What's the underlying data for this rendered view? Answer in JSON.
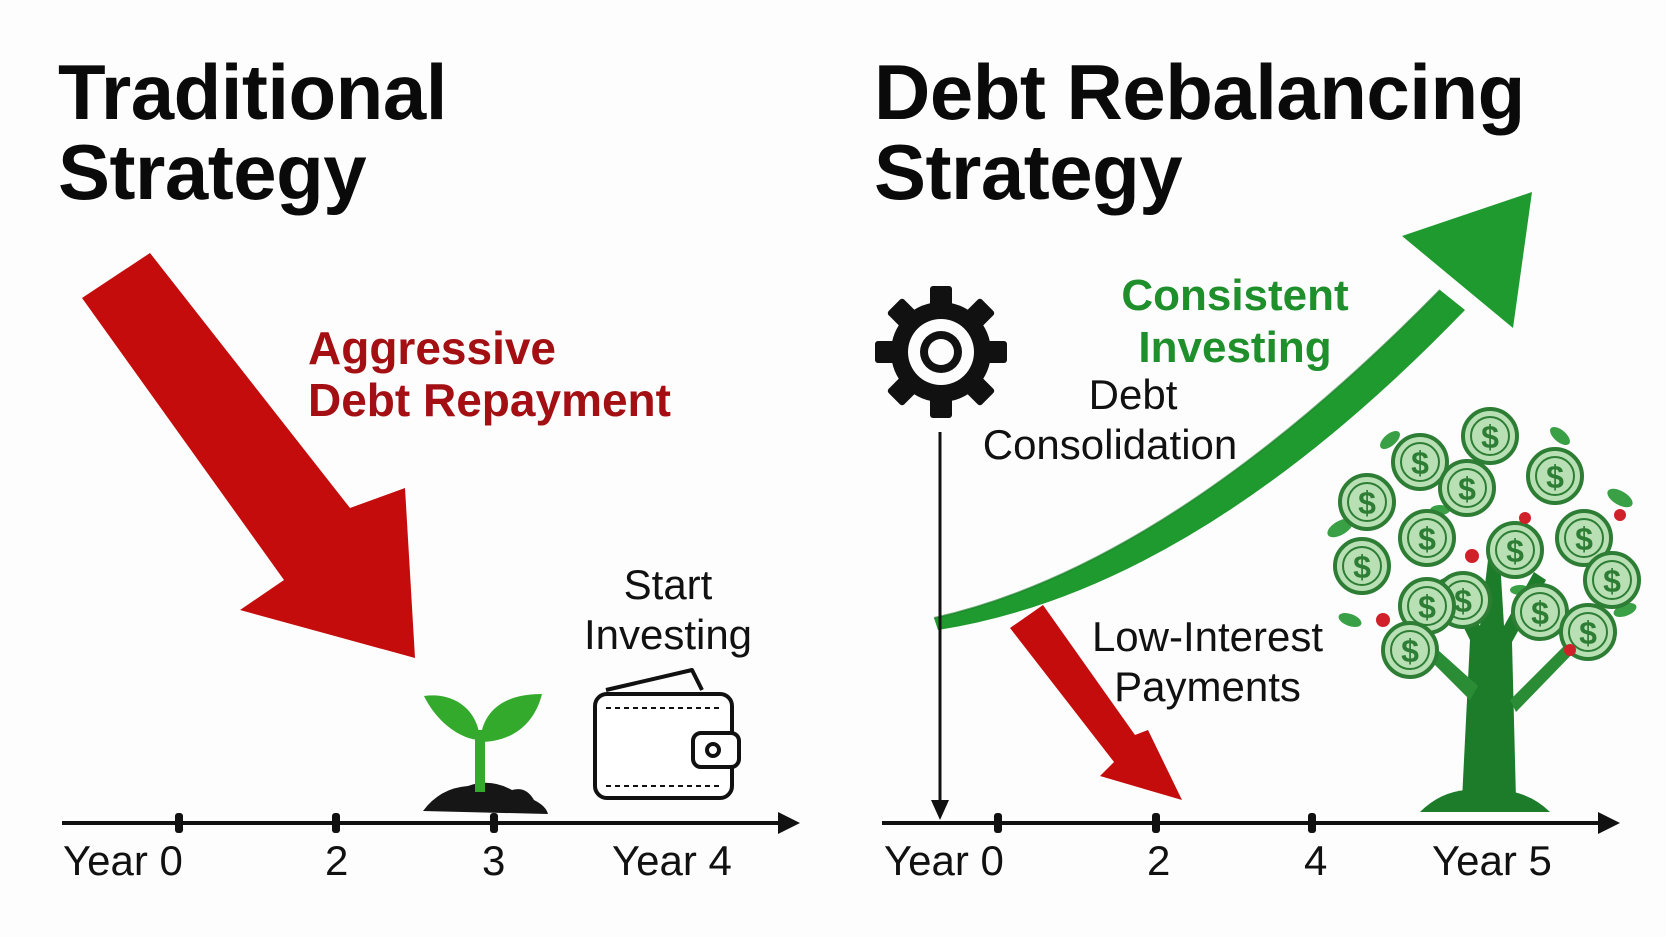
{
  "left": {
    "title_line1": "Traditional",
    "title_line2": "Strategy",
    "arrow_label_line1": "Aggressive",
    "arrow_label_line2": "Debt Repayment",
    "event_label_line1": "Start",
    "event_label_line2": "Investing",
    "ticks": [
      "Year 0",
      "2",
      "3",
      "Year 4"
    ],
    "icons": [
      "down-arrow-icon",
      "sprout-icon",
      "wallet-icon"
    ]
  },
  "right": {
    "title_line1": "Debt Rebalancing",
    "title_line2": "Strategy",
    "growth_label_line1": "Consistent",
    "growth_label_line2": "Investing",
    "consolidation_label_line1": "Debt",
    "consolidation_label_line2": "Consolidation",
    "payment_label_line1": "Low-Interest",
    "payment_label_line2": "Payments",
    "ticks": [
      "Year 0",
      "2",
      "4",
      "Year 5"
    ],
    "icons": [
      "gear-icon",
      "up-arrow-icon",
      "down-arrow-icon",
      "money-tree-icon"
    ]
  },
  "colors": {
    "red": "#c40c0c",
    "dark_red": "#a30f12",
    "green": "#1f9a2f",
    "dark_green": "#1c7c2a",
    "coin": "#b9e0b4"
  }
}
